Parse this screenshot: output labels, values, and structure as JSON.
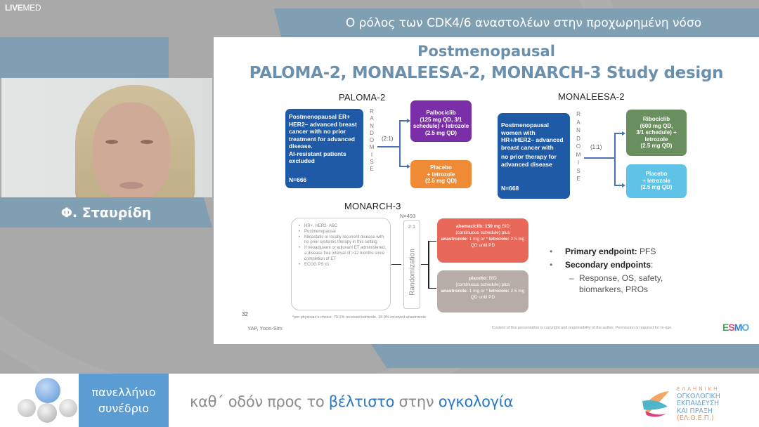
{
  "brand": {
    "bold": "LIVE",
    "light": "MED"
  },
  "header": {
    "title": "Ο ρόλος των CDK4/6 αναστολέων στην προχωρημένη νόσο"
  },
  "speaker": {
    "name": "Φ. Σταυρίδη"
  },
  "slide": {
    "title_line1": "Postmenopausal",
    "title_line2": "PALOMA-2, MONALEESA-2, MONARCH-3 Study design",
    "paloma2": {
      "name": "PALOMA-2",
      "population": [
        "Postmenopausal ER+",
        "HER2– advanced breast",
        "cancer with no prior",
        "treatment for advanced",
        "disease.",
        "AI-resistant patients",
        "excluded"
      ],
      "n": "N=666",
      "randomise": [
        "R",
        "A",
        "N",
        "D",
        "O",
        "M",
        "I",
        "S",
        "E"
      ],
      "ratio": "(2:1)",
      "arm1": [
        "Palbociclib",
        "(125 mg QD, 3/1",
        "schedule) + letrozole",
        "(2.5 mg QD)"
      ],
      "arm2": [
        "Placebo",
        "+ letrozole",
        "(2.5 mg QD)"
      ],
      "colors": {
        "population": "#1f5aa6",
        "arm1": "#7a2fa8",
        "arm2": "#ef8a35"
      }
    },
    "monaleesa2": {
      "name": "MONALEESA-2",
      "population": [
        "Postmenopausal",
        "women with",
        "HR+/HER2– advanced",
        "breast cancer with",
        "no prior therapy for",
        "advanced disease"
      ],
      "n": "N=668",
      "randomise": [
        "R",
        "A",
        "N",
        "D",
        "O",
        "M",
        "I",
        "S",
        "E"
      ],
      "ratio": "(1:1)",
      "arm1": [
        "Ribociclib",
        "(600 mg QD,",
        "3/1 schedule) +",
        "letrozole",
        "(2.5 mg QD)"
      ],
      "arm2": [
        "Placebo",
        "+ letrozole",
        "(2.5 mg QD)"
      ],
      "colors": {
        "population": "#1f5aa6",
        "arm1": "#6a8f5e",
        "arm2": "#5ec3e6"
      }
    },
    "monarch3": {
      "name": "MONARCH-3",
      "n": "N=493",
      "ratio": "2:1",
      "randomization_label": "Randomization",
      "eligibility": [
        "HR+, HER2- ABC",
        "Postmenopausal",
        "Metastatic or locally recurrent disease with no prior systemic therapy in this setting",
        "If neoadjuvant or adjuvant ET administered, a disease free interval of >12 months since completion of ET",
        "ECOG PS ≤1"
      ],
      "arm1": {
        "drug": "abemaciclib: 150 mg",
        "dose_suffix": " BID",
        "line2": "(continuous schedule) plus",
        "ai1": "anastrozole:",
        "ai1_dose": " 1 mg or * ",
        "ai2": "letrozole:",
        "ai2_dose": " 2.5 mg QD until PD"
      },
      "arm2": {
        "drug": "placebo:",
        "dose_suffix": " BID",
        "line2": "(continuous schedule) plus",
        "ai1": "anastrozole:",
        "ai1_dose": " 1 mg or * ",
        "ai2": "letrozole:",
        "ai2_dose": " 2.5 mg QD until PD"
      },
      "colors": {
        "arm1": "#e8685a",
        "arm2": "#b7aca7"
      }
    },
    "endpoints": {
      "primary_label": "Primary endpoint:",
      "primary_value": " PFS",
      "secondary_label": "Secondary endpoints",
      "secondary_colon": ":",
      "secondary_items": "Response, OS, safety, biomarkers, PROs",
      "dash": "–"
    },
    "page_number": "32",
    "footnote": "*per physician's choice: 79.1% received letrozole, 19.9% received anastrozole",
    "author": "YAP, Yoon-Sim",
    "copyright": "Content of this presentation is copyright and responsibility of the author. Permission is required for re-use.",
    "esmo_logo": "ESMO"
  },
  "banner": {
    "tag_line1": "πανελλήνιο",
    "tag_line2": "συνέδριο",
    "slogan_part1": "καθ΄ οδόν προς το ",
    "slogan_hl1": "βέλτιστο",
    "slogan_part2": " στην ",
    "slogan_hl2": "ογκολογία",
    "org_lines": [
      "ΕΛΛΗΝΙΚΗ",
      "ΟΓΚΟΛΟΓΙΚΗ",
      "ΕΚΠΑΙΔΕΥΣΗ",
      "ΚΑΙ ΠΡΑΞΗ",
      "(ΕΛ.Ο.Ε.Π.)"
    ]
  }
}
